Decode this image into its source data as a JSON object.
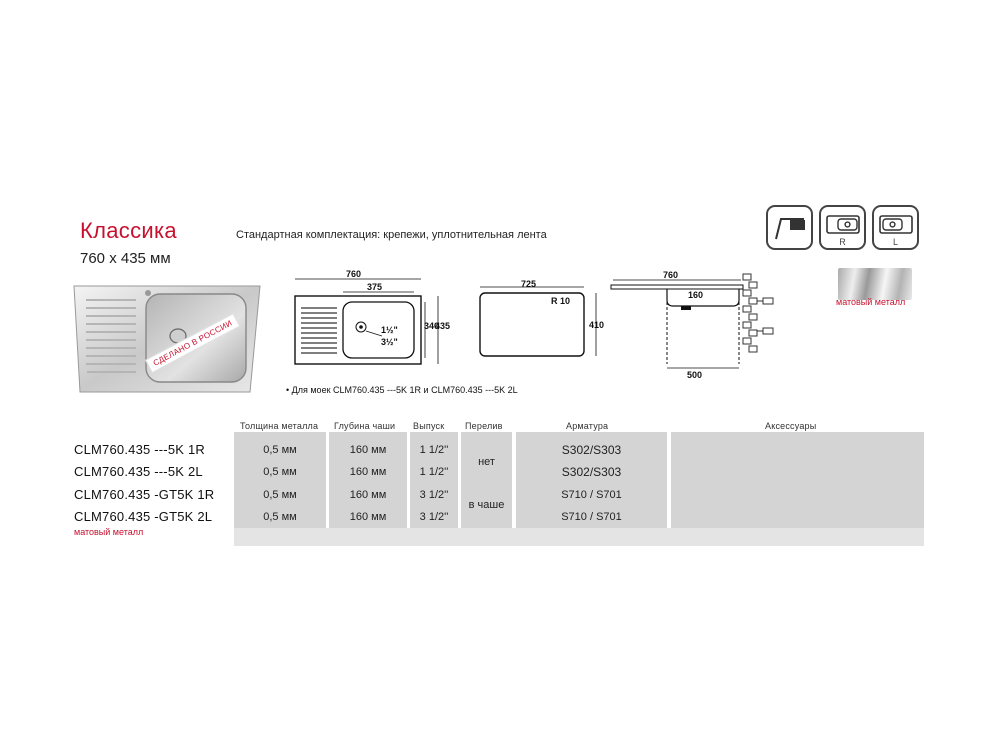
{
  "series": {
    "title": "Классика",
    "size": "760 х 435 мм",
    "standard_equipment": "Стандартная комплектация: крепежи, уплотнительная лента",
    "made_in": "СДЕЛАНО В РОССИИ"
  },
  "icons": [
    {
      "name": "countertop-mount-icon",
      "letter": ""
    },
    {
      "name": "bowl-right-icon",
      "letter": "R"
    },
    {
      "name": "bowl-left-icon",
      "letter": "L"
    }
  ],
  "finish_swatch": {
    "label": "матовый металл"
  },
  "drawings": {
    "top": {
      "width": "760",
      "bowl": "375",
      "depth": "340",
      "depth_total": "435",
      "outlet_small": "1½\"",
      "outlet_large": "3½\""
    },
    "cutout": {
      "width": "725",
      "radius": "R 10",
      "depth": "410"
    },
    "side": {
      "width": "760",
      "bowl_depth": "160",
      "cabinet": "500"
    },
    "note": "• Для моек CLM760.435 ---5K 1R и CLM760.435 ---5K 2L"
  },
  "table": {
    "headers": {
      "thickness": "Толщина металла",
      "depth": "Глубина чаши",
      "outlet": "Выпуск",
      "overflow": "Перелив",
      "fittings": "Арматура",
      "accessories": "Аксессуары"
    },
    "rows": [
      {
        "model": "CLM760.435 ---5K 1R",
        "thickness": "0,5 мм",
        "depth": "160 мм",
        "outlet": "1 1/2''",
        "fittings": "S302/S303"
      },
      {
        "model": "CLM760.435 ---5K 2L",
        "thickness": "0,5 мм",
        "depth": "160 мм",
        "outlet": "1 1/2''",
        "fittings": "S302/S303"
      },
      {
        "model": "CLM760.435 -GT5K 1R",
        "thickness": "0,5 мм",
        "depth": "160 мм",
        "outlet": "3 1/2''",
        "fittings": "S710 / S701"
      },
      {
        "model": "CLM760.435 -GT5K 2L",
        "thickness": "0,5 мм",
        "depth": "160 мм",
        "outlet": "3 1/2''",
        "fittings": "S710 / S701"
      }
    ],
    "overflow_groups": [
      "нет",
      "в чаше"
    ],
    "finish_note": "матовый металл"
  },
  "colors": {
    "accent": "#c8102e",
    "column_bg": "#d4d4d4"
  }
}
